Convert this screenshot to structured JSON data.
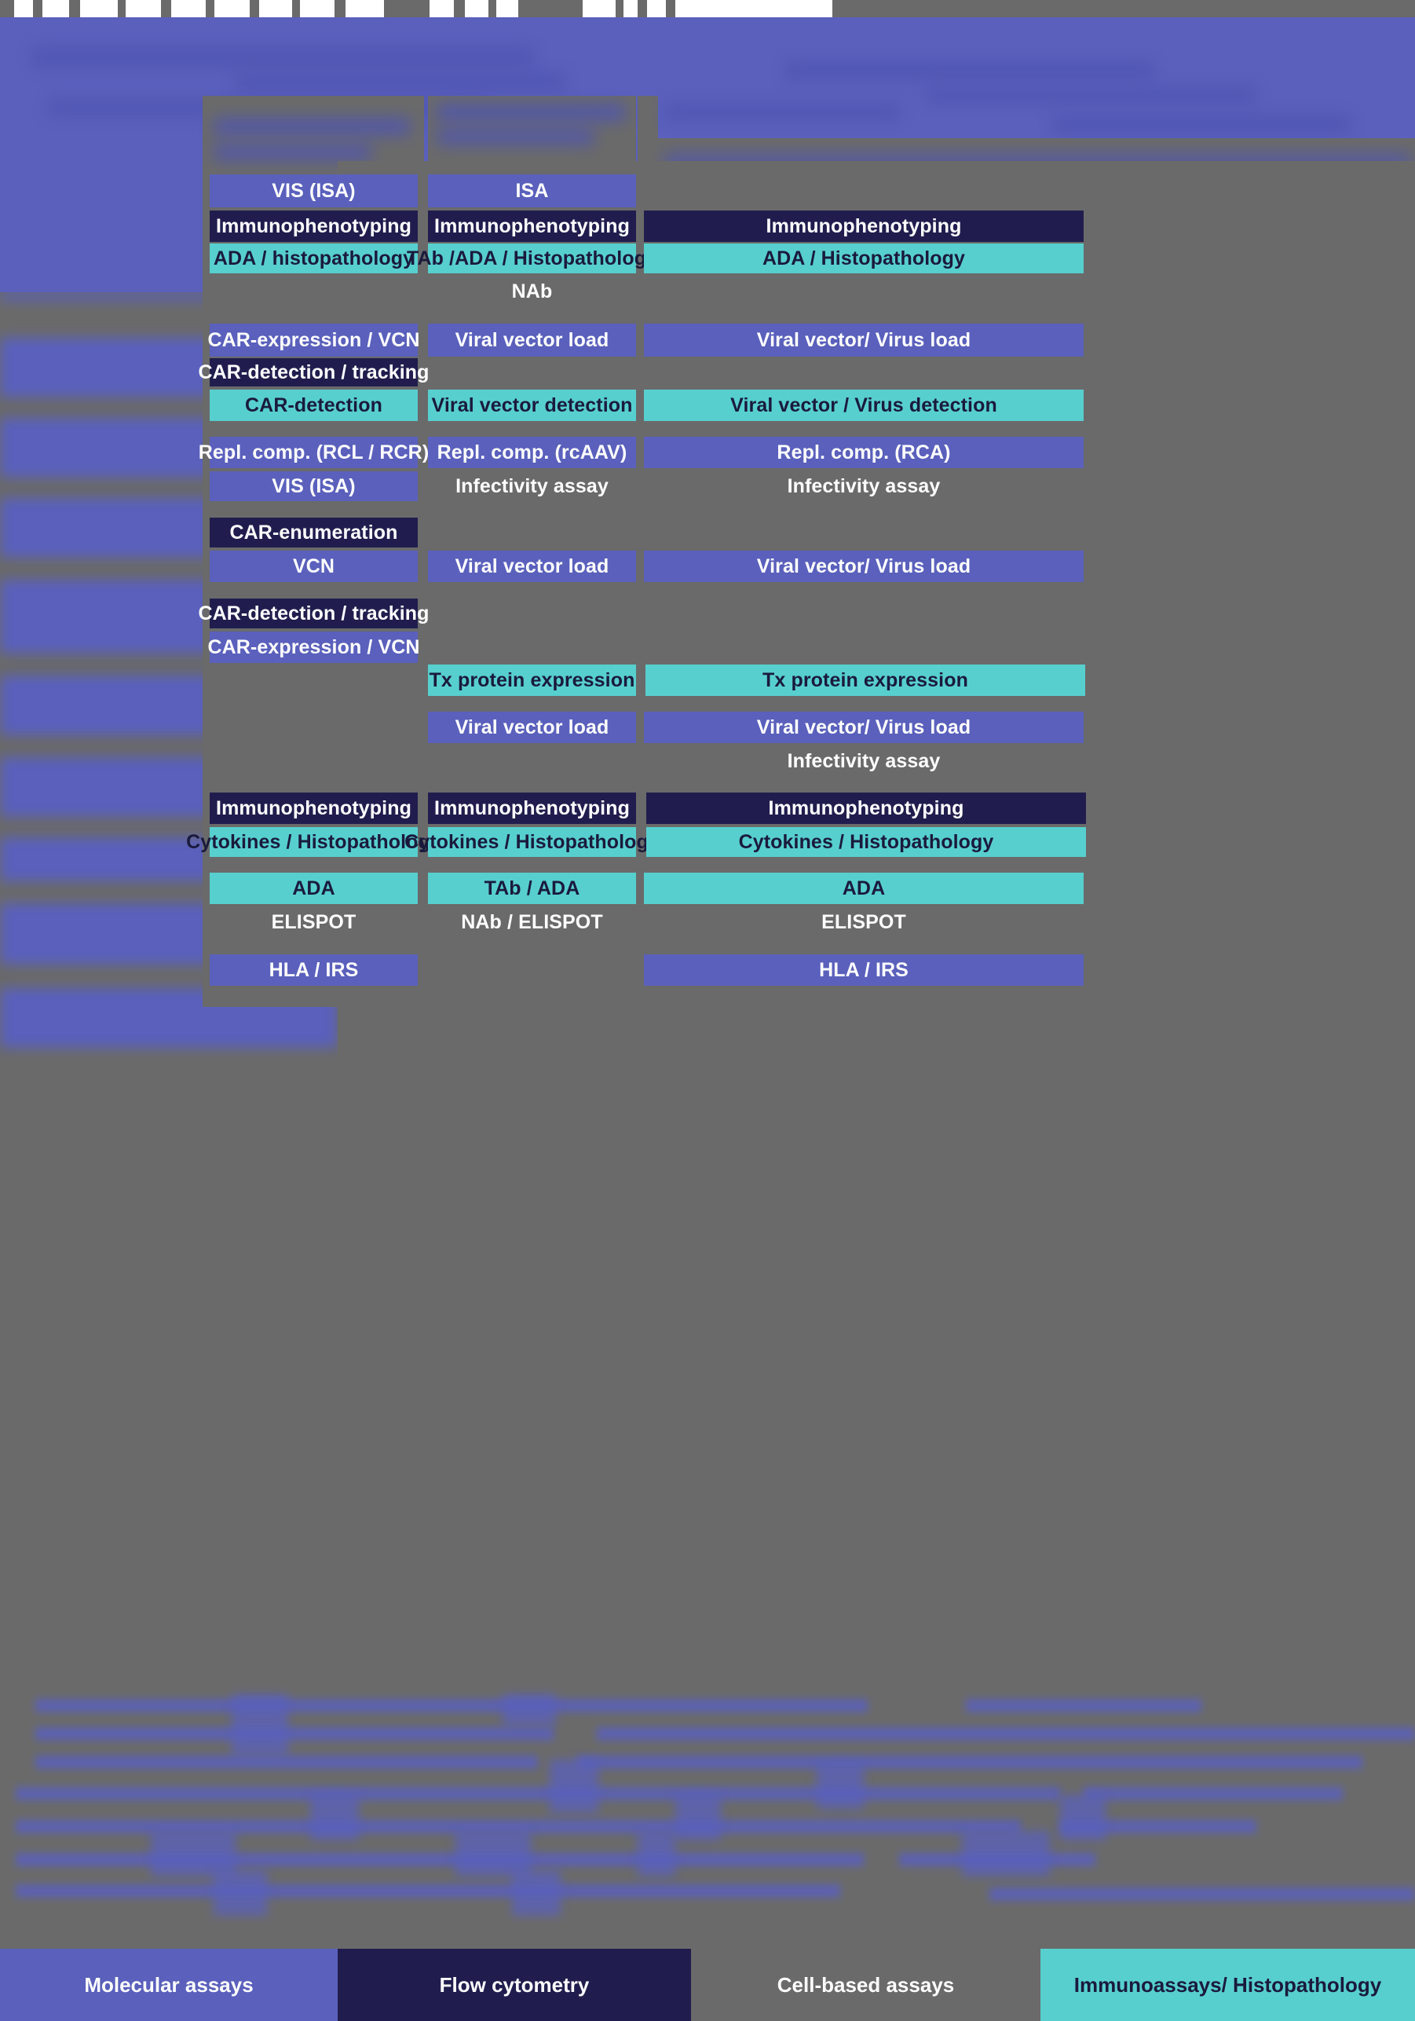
{
  "legend": {
    "items": [
      {
        "label": "Molecular assays",
        "color": "#5a60bc",
        "kind": "molecular"
      },
      {
        "label": "Flow cytometry",
        "color": "#201d4e",
        "kind": "flow"
      },
      {
        "label": "Cell-based assays",
        "color": "#6a6a6a",
        "kind": "cellbased"
      },
      {
        "label": "Immunoassays/ Histopathology",
        "color": "#57cfcf",
        "kind": "immuno"
      }
    ]
  },
  "palette": {
    "molecular": "#5a60bc",
    "flow": "#201d4e",
    "cell_based": "#6a6a6a",
    "immuno": "#57cfcf",
    "background": "#6a6a6a",
    "text_light": "#ffffff",
    "text_dark": "#1a1a3c"
  },
  "columns": [
    {
      "id": "col1"
    },
    {
      "id": "col2"
    },
    {
      "id": "col3"
    }
  ],
  "chips": {
    "r1_c1_vis": "VIS (ISA)",
    "r1_c2_isa": "ISA",
    "r1_c1_immuno": "Immunophenotyping",
    "r1_c2_immuno": "Immunophenotyping",
    "r1_c3_immuno": "Immunophenotyping",
    "r1_c1_ada": "ADA / histopathology",
    "r1_c2_ada": "TAb /ADA / Histopathology",
    "r1_c3_ada": "ADA / Histopathology",
    "r1_c2_nab": "NAb",
    "r2_c1_carexp": "CAR-expression / VCN",
    "r2_c2_vvl": "Viral vector load",
    "r2_c3_vvl": "Viral vector/ Virus load",
    "r2_c1_cardet_tr": "CAR-detection / tracking",
    "r2_c1_cardet": "CAR-detection",
    "r2_c2_vvdet": "Viral vector detection",
    "r2_c3_vvdet": "Viral vector / Virus detection",
    "r3_c1_repl": "Repl. comp. (RCL / RCR)",
    "r3_c2_repl": "Repl. comp. (rcAAV)",
    "r3_c3_repl": "Repl. comp. (RCA)",
    "r3_c1_vis": "VIS (ISA)",
    "r3_c2_infect": "Infectivity assay",
    "r3_c3_infect": "Infectivity assay",
    "r4_c1_carenum": "CAR-enumeration",
    "r4_c1_vcn": "VCN",
    "r4_c2_vvl": "Viral vector load",
    "r4_c3_vvl": "Viral vector/ Virus  load",
    "r5_c1_cardet_tr": "CAR-detection / tracking",
    "r5_c1_carexp": "CAR-expression / VCN",
    "r6_c2_tx": "Tx protein expression",
    "r6_c3_tx": "Tx protein expression",
    "r6_c2_vvl": "Viral vector load",
    "r6_c3_vvl": "Viral vector/ Virus  load",
    "r6_c3_infect": "Infectivity assay",
    "r7_c1_immuno": "Immunophenotyping",
    "r7_c2_immuno": "Immunophenotyping",
    "r7_c3_immuno": "Immunophenotyping",
    "r7_c1_cyto": "Cytokines / Histopathology",
    "r7_c2_cyto": "Cytokines / Histopathology",
    "r7_c3_cyto": "Cytokines / Histopathology",
    "r8_c1_ada": "ADA",
    "r8_c2_ada": "TAb / ADA",
    "r8_c3_ada": "ADA",
    "r8_c1_elispot": "ELISPOT",
    "r8_c2_elispot": "NAb / ELISPOT",
    "r8_c3_elispot": "ELISPOT",
    "r9_c1_hla": "HLA / IRS",
    "r9_c3_hla": "HLA / IRS"
  }
}
